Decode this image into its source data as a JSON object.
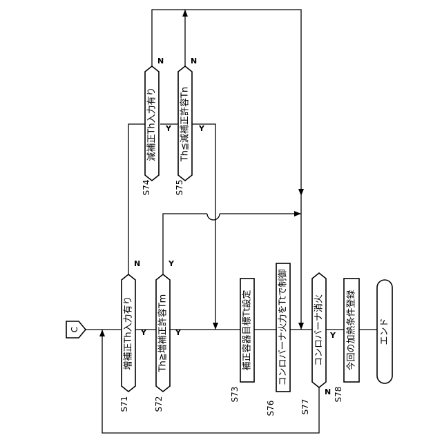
{
  "connector": "C",
  "steps": {
    "s71": {
      "id": "S71",
      "text": "増補正Th入力有り",
      "yes": "Y",
      "no": "N"
    },
    "s72": {
      "id": "S72",
      "text": "Th≧増補正許容Tm",
      "yes": "Y",
      "no": "Y"
    },
    "s73": {
      "id": "S73",
      "text": "補正容器目標Tt設定"
    },
    "s74": {
      "id": "S74",
      "text": "減補正Th入力有り",
      "yes": "Y",
      "no": "N"
    },
    "s75": {
      "id": "S75",
      "text": "Th≦減補正許容Tn",
      "yes": "Y",
      "no": "N"
    },
    "s76": {
      "id": "S76",
      "text": "コンロバーナ火力をTtで制御"
    },
    "s77": {
      "id": "S77",
      "text": "コンロバーナ消火",
      "yes": "Y",
      "no": "N"
    },
    "s78": {
      "id": "S78",
      "text": "今回の加熱条件登録"
    },
    "end": {
      "text": "エンド"
    }
  }
}
